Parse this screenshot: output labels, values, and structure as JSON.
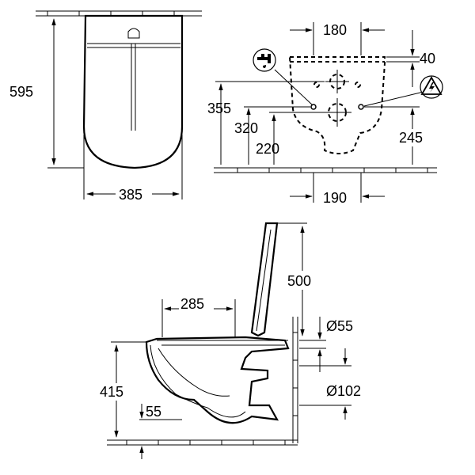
{
  "dimensions": {
    "top_view_depth": "595",
    "top_view_width": "385",
    "rear_top_width": "180",
    "rear_top_offset": "40",
    "rear_height_355": "355",
    "rear_height_320": "320",
    "rear_height_220": "220",
    "rear_height_245": "245",
    "rear_bottom_width": "190",
    "side_seat_depth": "285",
    "side_lid_height": "500",
    "side_diameter_55": "Ø55",
    "side_height_415": "415",
    "side_diameter_102": "Ø102",
    "side_offset_55": "55"
  },
  "icons": {
    "water": "water-tap-icon",
    "power": "electrical-warning-icon"
  }
}
